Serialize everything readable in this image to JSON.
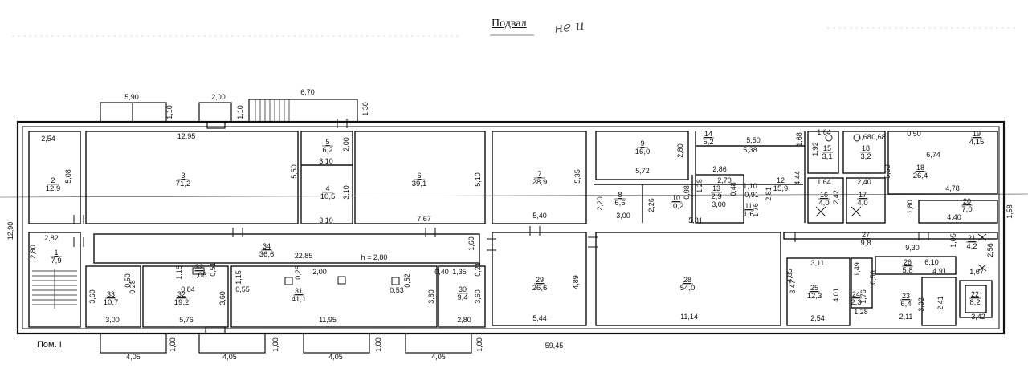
{
  "header": {
    "title": "Подвал",
    "handwriting": "не и"
  },
  "footer": {
    "label": "Пом. I"
  },
  "rooms": [
    {
      "id": "r1",
      "number": "1",
      "area": "7,9"
    },
    {
      "id": "r2",
      "number": "2",
      "area": "12,9"
    },
    {
      "id": "r3",
      "number": "3",
      "area": "71,2"
    },
    {
      "id": "r4",
      "number": "4",
      "area": "10,5"
    },
    {
      "id": "r5",
      "number": "5",
      "area": "6,2"
    },
    {
      "id": "r6",
      "number": "6",
      "area": "39,1"
    },
    {
      "id": "r7",
      "number": "7",
      "area": "28,9"
    },
    {
      "id": "r8",
      "number": "8",
      "area": "6,6"
    },
    {
      "id": "r9",
      "number": "9",
      "area": "16,0"
    },
    {
      "id": "r10",
      "number": "10",
      "area": "10,2"
    },
    {
      "id": "r11",
      "number": "11",
      "area": "1,6"
    },
    {
      "id": "r12",
      "number": "12",
      "area": "15,9"
    },
    {
      "id": "r13",
      "number": "13",
      "area": "2,9"
    },
    {
      "id": "r14",
      "number": "14",
      "area": "5,2"
    },
    {
      "id": "r15",
      "number": "15",
      "area": "3,1"
    },
    {
      "id": "r16",
      "number": "16",
      "area": "4,0"
    },
    {
      "id": "r17",
      "number": "17",
      "area": "4,0"
    },
    {
      "id": "r18",
      "number": "18",
      "area": "26,4"
    },
    {
      "id": "r18s",
      "number": "18",
      "area": "3,2"
    },
    {
      "id": "r19",
      "number": "19",
      "area": "4,15"
    },
    {
      "id": "r20",
      "number": "20",
      "area": "7,0"
    },
    {
      "id": "r21",
      "number": "21",
      "area": "4,2"
    },
    {
      "id": "r22",
      "number": "22",
      "area": "8,2"
    },
    {
      "id": "r23",
      "number": "23",
      "area": "6,4"
    },
    {
      "id": "r24",
      "number": "24",
      "area": "2,3"
    },
    {
      "id": "r25",
      "number": "25",
      "area": "12,3"
    },
    {
      "id": "r26",
      "number": "26",
      "area": "5,8"
    },
    {
      "id": "r27",
      "number": "27",
      "area": "9,8"
    },
    {
      "id": "r28",
      "number": "28",
      "area": "54,0"
    },
    {
      "id": "r29",
      "number": "29",
      "area": "26,6"
    },
    {
      "id": "r30",
      "number": "30",
      "area": "9,4"
    },
    {
      "id": "r31",
      "number": "31",
      "area": "41,1"
    },
    {
      "id": "r32",
      "number": "32",
      "area": "19,2"
    },
    {
      "id": "r32s",
      "number": "32",
      "area": "1,08"
    },
    {
      "id": "r33",
      "number": "33",
      "area": "10,7"
    },
    {
      "id": "r34",
      "number": "34",
      "area": "36,6"
    }
  ],
  "dimensions": [
    "5,90",
    "2,00",
    "6,70",
    "1,10",
    "1,10",
    "1,30",
    "12,95",
    "2,54",
    "5,08",
    "5,50",
    "3,10",
    "2,00",
    "3,10",
    "3,10",
    "7,67",
    "5,10",
    "5,35",
    "5,40",
    "12,90",
    "2,82",
    "2,80",
    "22,85",
    "h = 2,80",
    "1,60",
    "0,25",
    "2,00",
    "0,52",
    "0,53",
    "0,40",
    "1,35",
    "0,21",
    "0,50",
    "1,15",
    "0,84",
    "0,51",
    "1,15",
    "0,55",
    "0,28",
    "3,60",
    "3,60",
    "3,60",
    "3,60",
    "3,00",
    "5,76",
    "11,95",
    "2,80",
    "4,89",
    "5,44",
    "1,00",
    "1,00",
    "1,00",
    "1,00",
    "4,05",
    "4,05",
    "4,05",
    "4,05",
    "59,45",
    "2,80",
    "5,72",
    "2,20",
    "3,00",
    "2,26",
    "2,86",
    "1,28",
    "2,70",
    "0,48",
    "1,10",
    "0,91",
    "1,76",
    "0,98",
    "3,00",
    "2,81",
    "5,81",
    "5,50",
    "5,38",
    "1,68",
    "1,64",
    "1,92",
    "4,44",
    "1,64",
    "2,42",
    "1,68",
    "2,40",
    "0,50",
    "6,74",
    "5,50",
    "4,78",
    "1,80",
    "4,40",
    "1,58",
    "9,30",
    "1,05",
    "2,56",
    "3,11",
    "1,49",
    "6,10",
    "4,91",
    "0,58",
    "1,67",
    "3,47",
    "4,01",
    "1,76",
    "3,02",
    "2,41",
    "4,85",
    "11,14",
    "2,54",
    "1,28",
    "2,11",
    "3,42",
    "0,68"
  ]
}
